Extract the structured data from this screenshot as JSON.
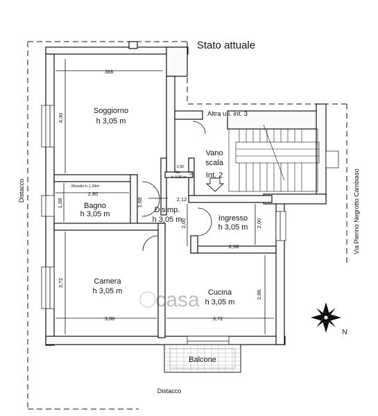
{
  "plan": {
    "title": "Stato attuale",
    "labels": {
      "distacco_left": "Distacco",
      "distacco_bottom": "Distacco",
      "street": "Via Pierino Negrotto Cambiaso",
      "other_unit": "Altra u.i. int. 3",
      "north": "N",
      "watermark": "casa"
    },
    "rooms": {
      "soggiorno": {
        "name": "Soggiorno",
        "height": "h 3,05 m"
      },
      "bagno": {
        "name": "Bagno",
        "height": "h 3,05 m"
      },
      "disimpegno": {
        "name": "Disimp.",
        "height": "h 3,05 m"
      },
      "ripostiglio": {
        "name": "Rip.",
        "height": "h 3,05 m"
      },
      "vano_scala": {
        "line1": "Vano",
        "line2": "scala",
        "line3": "Int. 2"
      },
      "ingresso": {
        "name": "Ingresso",
        "height": "h 3,05 m"
      },
      "camera": {
        "name": "Camera",
        "height": "h 3,05 m"
      },
      "cucina": {
        "name": "Cucina",
        "height": "h 3,05 m"
      },
      "balcone": {
        "name": "Balcone"
      }
    },
    "dimensions": {
      "soggiorno_width": "388",
      "soggiorno_height": "4,30",
      "muretto": "Muretto h 1,34m",
      "bagno_width": "2,80",
      "bagno_height": "1,68",
      "bagno_height_2": "1,68",
      "disimp_width": "2,12",
      "disimp_height": "2,00",
      "rip_width": "0,95",
      "rip_height": "1,12",
      "ingresso_height": "2,00",
      "ingresso_width": "2,58",
      "camera_height": "3,72",
      "camera_width": "3,88",
      "cucina_width": "3,72",
      "cucina_height": "2,86"
    }
  }
}
